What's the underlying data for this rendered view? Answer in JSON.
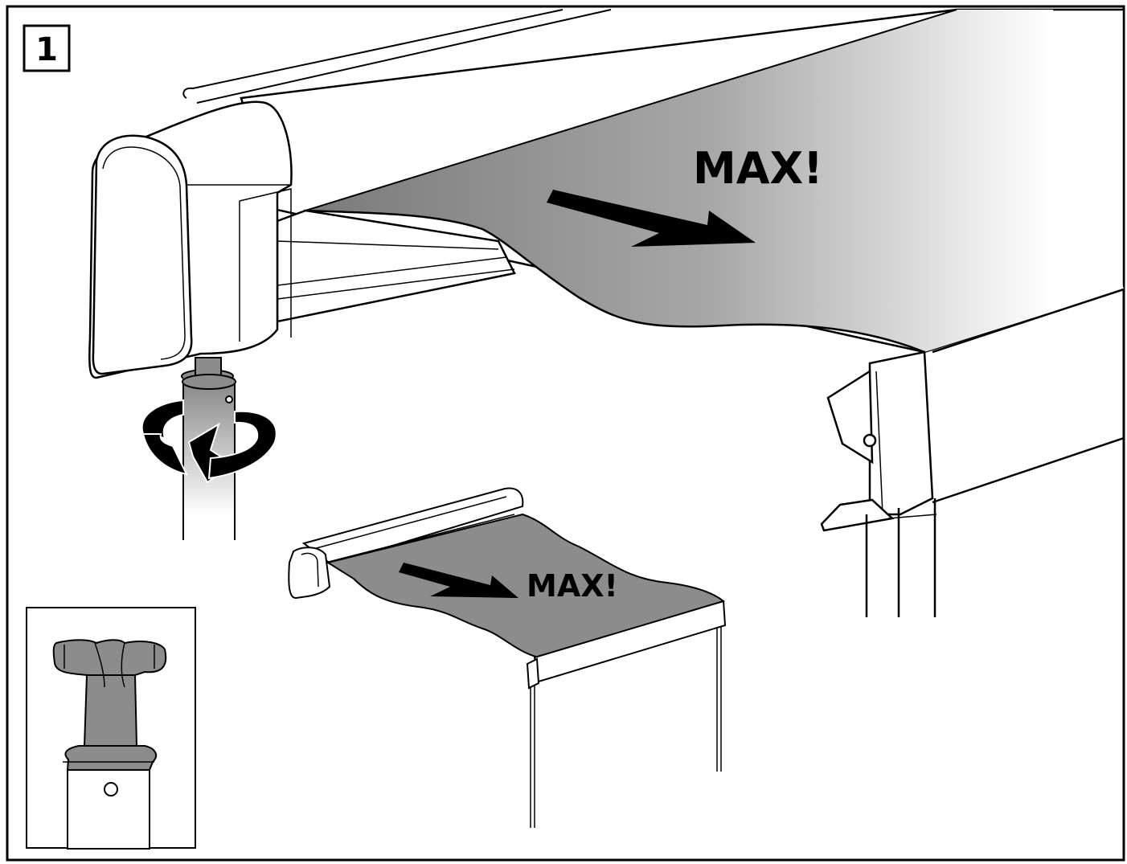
{
  "step": {
    "number": "1"
  },
  "main_figure": {
    "instruction": "MAX!"
  },
  "mini_figure": {
    "instruction": "MAX!"
  },
  "colors": {
    "line": "#000000",
    "fabric_dark": "#7f7f7f",
    "fabric_light": "#ffffff",
    "crank_fill": "#8c8c8c",
    "arrow": "#000000",
    "background": "#ffffff"
  },
  "icons": [
    "rotation-arrow-icon",
    "direction-arrow-icon"
  ]
}
